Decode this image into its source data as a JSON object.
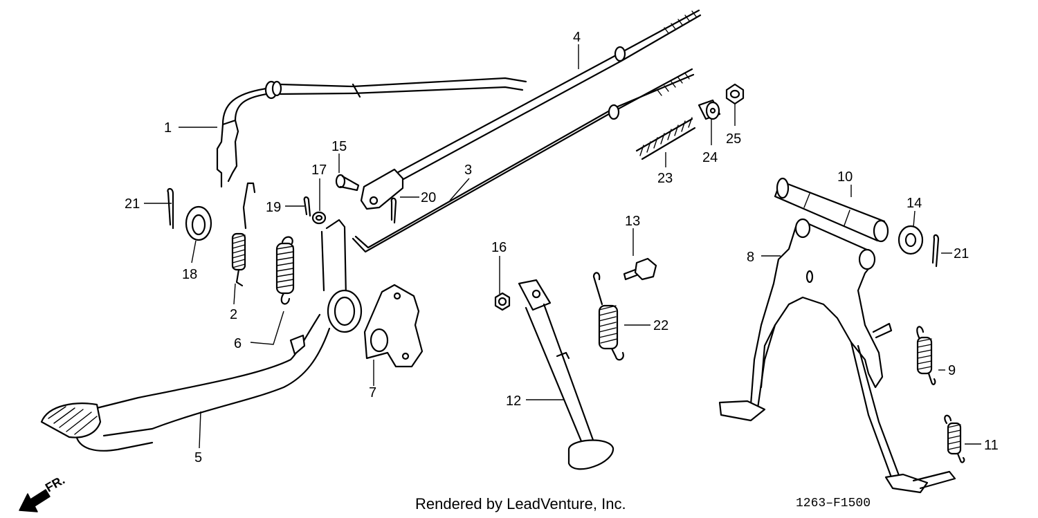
{
  "callouts": [
    {
      "id": "1",
      "label": "1"
    },
    {
      "id": "2",
      "label": "2"
    },
    {
      "id": "3",
      "label": "3"
    },
    {
      "id": "4",
      "label": "4"
    },
    {
      "id": "5",
      "label": "5"
    },
    {
      "id": "6",
      "label": "6"
    },
    {
      "id": "7",
      "label": "7"
    },
    {
      "id": "8",
      "label": "8"
    },
    {
      "id": "9",
      "label": "9"
    },
    {
      "id": "10",
      "label": "10"
    },
    {
      "id": "11",
      "label": "11"
    },
    {
      "id": "12",
      "label": "12"
    },
    {
      "id": "13",
      "label": "13"
    },
    {
      "id": "14",
      "label": "14"
    },
    {
      "id": "15",
      "label": "15"
    },
    {
      "id": "16",
      "label": "16"
    },
    {
      "id": "17",
      "label": "17"
    },
    {
      "id": "18",
      "label": "18"
    },
    {
      "id": "19",
      "label": "19"
    },
    {
      "id": "20",
      "label": "20"
    },
    {
      "id": "21a",
      "label": "21"
    },
    {
      "id": "21b",
      "label": "21"
    },
    {
      "id": "22",
      "label": "22"
    },
    {
      "id": "23",
      "label": "23"
    },
    {
      "id": "24",
      "label": "24"
    },
    {
      "id": "25",
      "label": "25"
    }
  ],
  "front_arrow_label": "FR.",
  "credit": "Rendered by LeadVenture, Inc.",
  "diagram_code": "1263–F1500"
}
